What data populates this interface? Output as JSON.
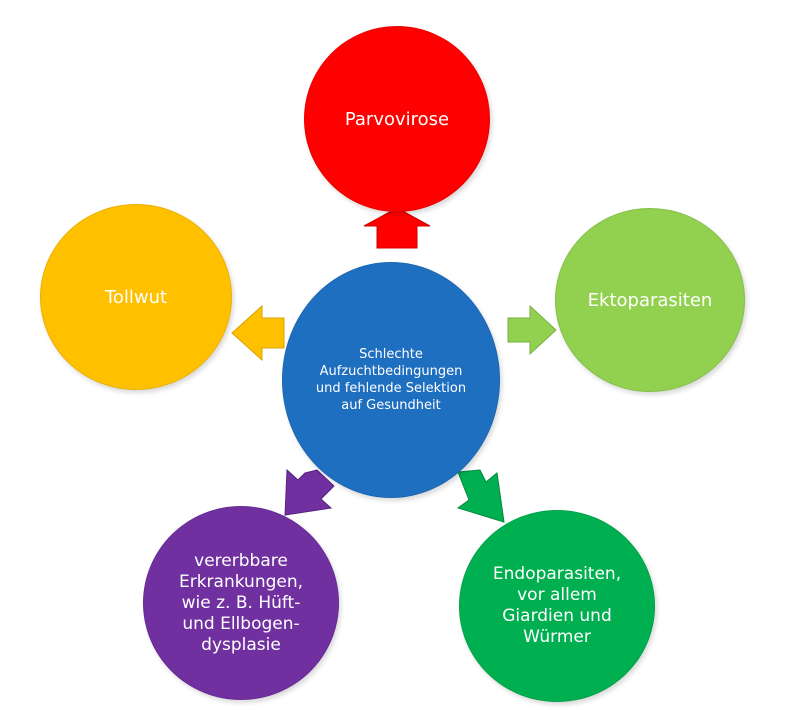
{
  "center": {
    "label": "Schlechte\nAufzuchtbedingungen\nund fehlende Selektion\nauf Gesundheit",
    "color": "#1f6fc0"
  },
  "nodes": [
    {
      "id": "top",
      "label": "Parvovirose",
      "color": "#ff0000"
    },
    {
      "id": "right",
      "label": "Ektoparasiten",
      "color": "#92d050"
    },
    {
      "id": "left",
      "label": "Tollwut",
      "color": "#ffc000"
    },
    {
      "id": "bottom_left",
      "label": "vererbbare\nErkrankungen,\nwie z. B. Hüft-\nund Ellbogen-\ndysplasie",
      "color": "#7030a0"
    },
    {
      "id": "bottom_right",
      "label": "Endoparasiten,\nvor allem\nGiardien und\nWürmer",
      "color": "#00b050"
    }
  ]
}
